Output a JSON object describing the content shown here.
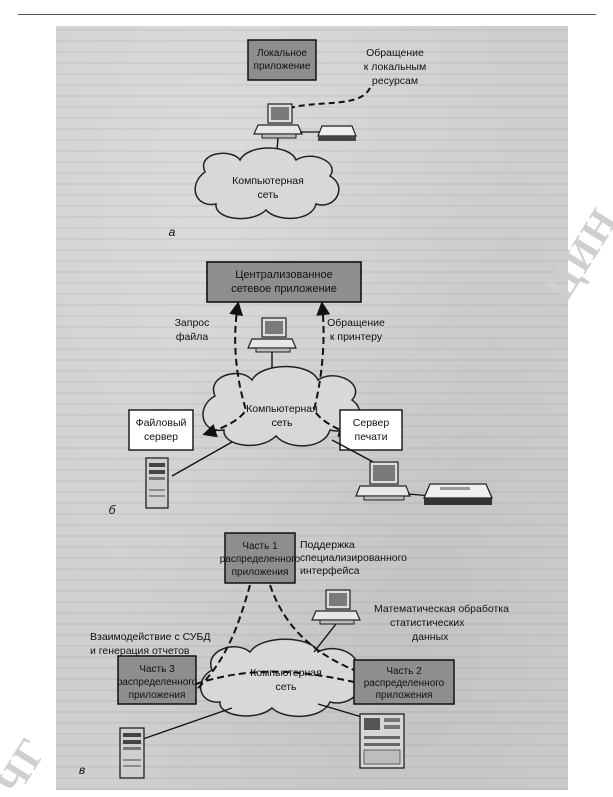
{
  "watermark": {
    "right": "ЦИН",
    "left": "ЧГ"
  },
  "panel_a": {
    "local_app": [
      "Локальное",
      "приложение"
    ],
    "local_access": [
      "Обращение",
      "к локальным",
      "ресурсам"
    ],
    "network": [
      "Компьютерная",
      "сеть"
    ],
    "caption": "а"
  },
  "panel_b": {
    "central_app": [
      "Централизованное",
      "сетевое приложение"
    ],
    "file_request": [
      "Запрос",
      "файла"
    ],
    "printer_access": [
      "Обращение",
      "к принтеру"
    ],
    "network": [
      "Компьютерная",
      "сеть"
    ],
    "file_server": [
      "Файловый",
      "сервер"
    ],
    "print_server": [
      "Сервер",
      "печати"
    ],
    "caption": "б"
  },
  "panel_c": {
    "part1": [
      "Часть 1",
      "распределенного",
      "приложения"
    ],
    "ui_support": [
      "Поддержка",
      "специализированного",
      "интерфейса"
    ],
    "math_processing": [
      "Математическая обработка",
      "статистических",
      "данных"
    ],
    "dbms_interaction": [
      "Взаимодействие с СУБД",
      "и генерация отчетов"
    ],
    "part3": [
      "Часть 3",
      "распределенного",
      "приложения"
    ],
    "part2": [
      "Часть 2",
      "распределенного",
      "приложения"
    ],
    "network": [
      "Компьютерная",
      "сеть"
    ],
    "caption": "в"
  }
}
